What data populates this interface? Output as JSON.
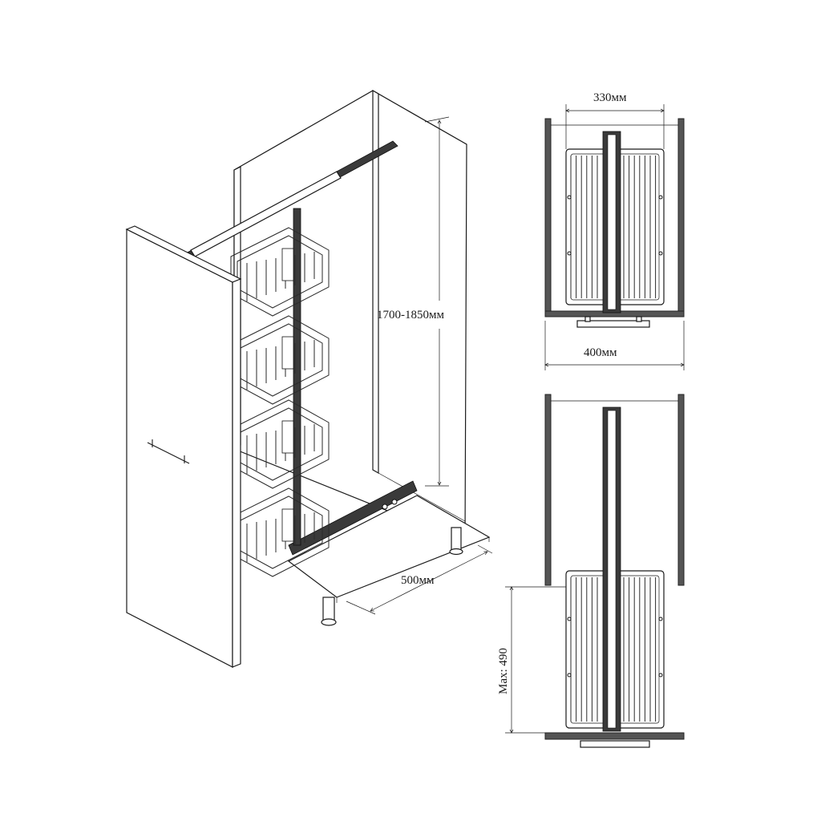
{
  "dimensions": {
    "height": "1700-1850мм",
    "depth": "500мм",
    "basket_width": "330мм",
    "cabinet_width": "400мм",
    "max_extension": "Max: 490"
  }
}
